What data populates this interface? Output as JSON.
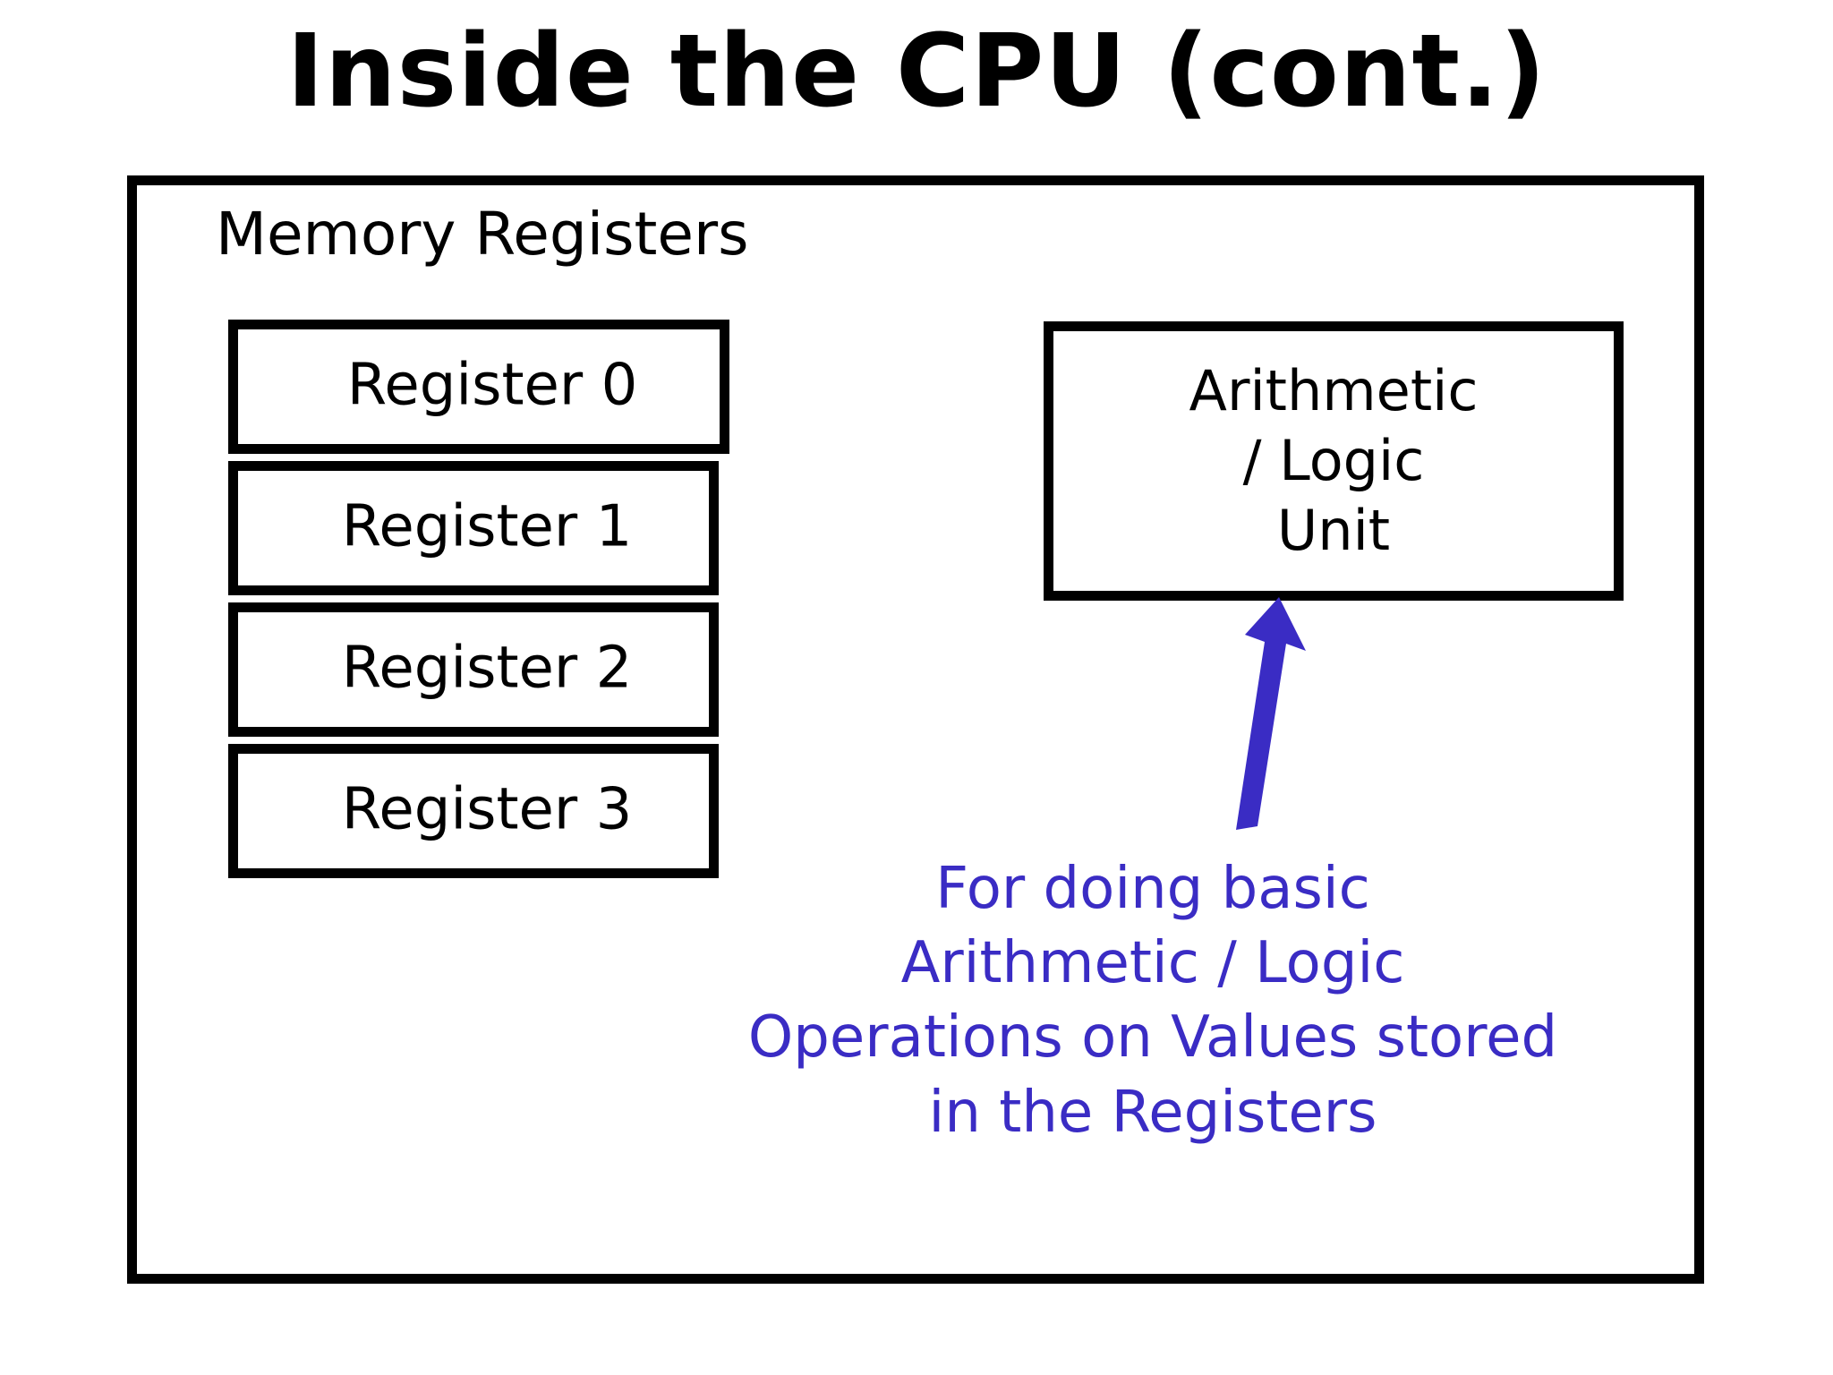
{
  "slide": {
    "title": "Inside the CPU (cont.)",
    "background_color": "#ffffff",
    "outline_color": "#000000",
    "accent_color": "#3a2cc4"
  },
  "cpu": {
    "registers_group": {
      "label": "Memory Registers",
      "boxes": [
        {
          "label": "Register 0"
        },
        {
          "label": "Register 1"
        },
        {
          "label": "Register 2"
        },
        {
          "label": "Register 3"
        }
      ]
    },
    "alu": {
      "label": "Arithmetic\n/ Logic\nUnit",
      "annotation": {
        "text": "For doing basic\nArithmetic / Logic\nOperations on Values stored\nin the Registers",
        "color": "#3a2cc4",
        "arrow": "up-arrow-icon"
      }
    }
  }
}
